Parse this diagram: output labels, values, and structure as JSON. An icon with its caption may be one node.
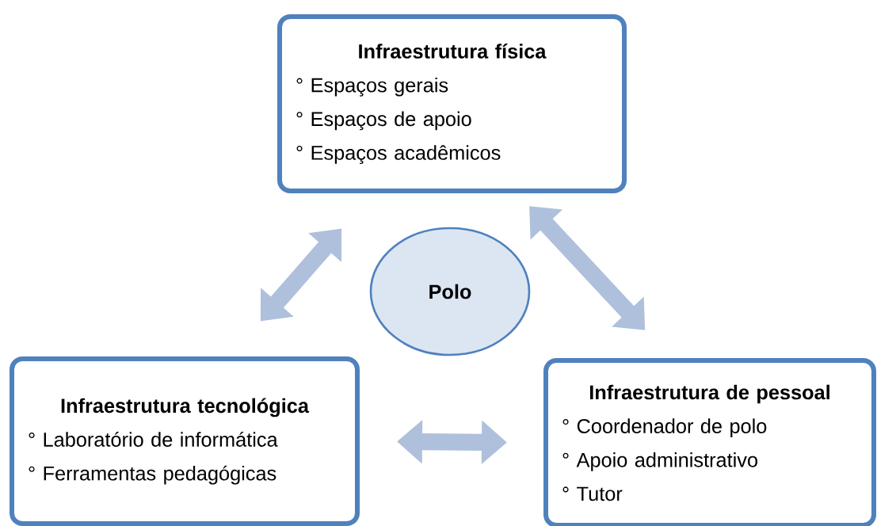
{
  "diagram": {
    "nodes": [
      {
        "text": [
          "Infraestrutura física",
          "° Espaços gerais",
          "° Espaços de apoio",
          "° Espaços acadêmicos"
        ]
      },
      {
        "text": [
          "Polo"
        ]
      },
      {
        "text": [
          "Infraestrutura tecnológica",
          "° Laboratório de informática",
          "° Ferramentas pedagógicas"
        ]
      },
      {
        "text": [
          "Infraestrutura de pessoal",
          "° Coordenador de polo",
          "° Apoio administrativo",
          "° Tutor"
        ]
      }
    ],
    "edges": [
      {
        "from": 2,
        "to": 0,
        "arrow": "both"
      },
      {
        "from": 0,
        "to": 3,
        "arrow": "both"
      },
      {
        "from": 2,
        "to": 3,
        "arrow": "both"
      }
    ]
  }
}
